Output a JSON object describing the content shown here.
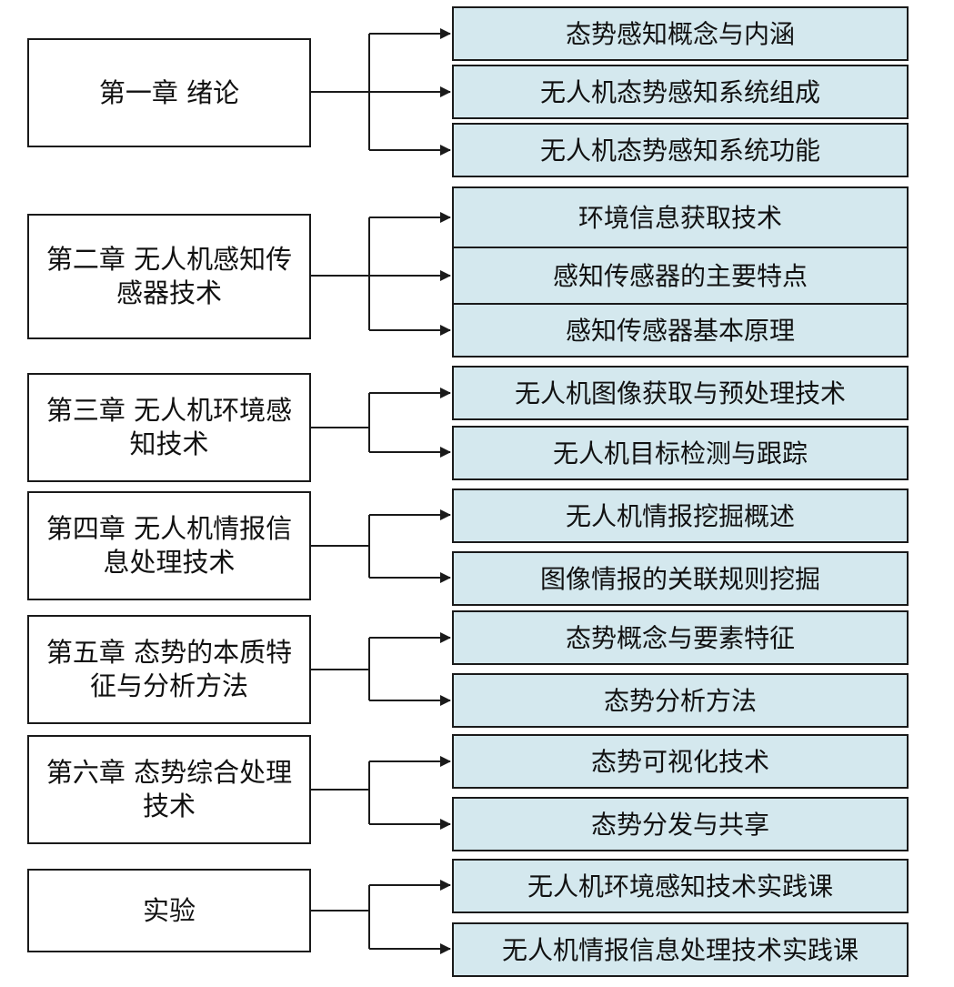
{
  "groups": [
    {
      "chapter": "第一章  绪论",
      "topics": [
        "态势感知概念与内涵",
        "无人机态势感知系统组成",
        "无人机态势感知系统功能"
      ]
    },
    {
      "chapter": "第二章  无人机感知传感器技术",
      "topics": [
        "环境信息获取技术",
        "感知传感器的主要特点",
        "感知传感器基本原理"
      ]
    },
    {
      "chapter": "第三章  无人机环境感知技术",
      "topics": [
        "无人机图像获取与预处理技术",
        "无人机目标检测与跟踪"
      ]
    },
    {
      "chapter": "第四章  无人机情报信息处理技术",
      "topics": [
        "无人机情报挖掘概述",
        "图像情报的关联规则挖掘"
      ]
    },
    {
      "chapter": "第五章  态势的本质特征与分析方法",
      "topics": [
        "态势概念与要素特征",
        "态势分析方法"
      ]
    },
    {
      "chapter": "第六章  态势综合处理技术",
      "topics": [
        "态势可视化技术",
        "态势分发与共享"
      ]
    },
    {
      "chapter": "实验",
      "topics": [
        "无人机环境感知技术实践课",
        "无人机情报信息处理技术实践课"
      ]
    }
  ],
  "colors": {
    "topic_fill": "#d4e8ee",
    "chapter_fill": "#ffffff",
    "line": "#1a1a1a"
  }
}
